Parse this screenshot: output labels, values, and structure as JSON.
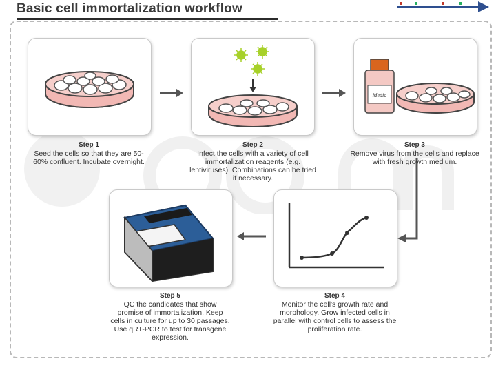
{
  "header": {
    "title": "Basic cell immortalization workflow"
  },
  "bottle_label": "Media",
  "steps": [
    {
      "head": "Step 1",
      "text": "Seed the cells so that they are 50-60% confluent. Incubate overnight."
    },
    {
      "head": "Step 2",
      "text": "Infect the cells with a variety of cell immortalization reagents (e.g. lentiviruses). Combinations can be tried if necessary."
    },
    {
      "head": "Step 3",
      "text": "Remove virus from the cells and replace with fresh growth medium."
    },
    {
      "head": "Step 4",
      "text": "Monitor the cell's growth rate and morphology. Grow infected cells in parallel with control cells to assess the proliferation rate."
    },
    {
      "head": "Step 5",
      "text": "QC the candidates that show promise of immortalization. Keep cells in culture for up to 30 passages. Use qRT-PCR to test for transgene expression."
    }
  ],
  "colors": {
    "dish_pink": "#f2b8b4",
    "instrument_blue": "#2c5e98",
    "virus_green": "#a7d129",
    "arrow_gray": "#555555"
  },
  "icons": [
    "petri-dish-icon",
    "virus-icon",
    "media-bottle-icon",
    "growth-curve-icon",
    "qc-instrument-icon"
  ]
}
